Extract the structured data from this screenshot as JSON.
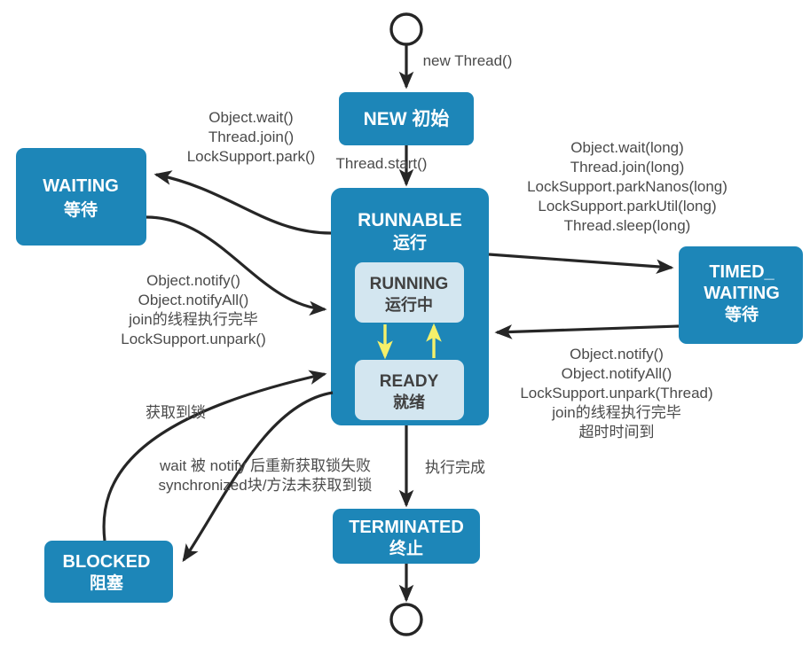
{
  "diagram": {
    "title": "Java Thread State Transition Diagram",
    "colors": {
      "state_fill": "#1d86b8",
      "inner_fill": "#d3e6f0",
      "arrow": "#262626",
      "inner_arrow": "#f5f06a",
      "label_text": "#4a4a4a",
      "state_text": "#ffffff",
      "inner_text": "#404040",
      "background": "#ffffff"
    },
    "states": [
      {
        "id": "new",
        "name": "NEW 初始",
        "line1": "NEW 初始",
        "line2": ""
      },
      {
        "id": "waiting",
        "name": "WAITING 等待",
        "line1": "WAITING",
        "line2": "等待"
      },
      {
        "id": "runnable",
        "name": "RUNNABLE 运行",
        "line1": "RUNNABLE",
        "line2": "运行"
      },
      {
        "id": "timed_waiting",
        "name": "TIMED_WAITING 等待",
        "line1": "TIMED_",
        "line2": "WAITING",
        "line3": "等待"
      },
      {
        "id": "blocked",
        "name": "BLOCKED 阻塞",
        "line1": "BLOCKED",
        "line2": "阻塞"
      },
      {
        "id": "terminated",
        "name": "TERMINATED 终止",
        "line1": "TERMINATED",
        "line2": "终止"
      }
    ],
    "substates": [
      {
        "id": "running",
        "line1": "RUNNING",
        "line2": "运行中"
      },
      {
        "id": "ready",
        "line1": "READY",
        "line2": "就绪"
      }
    ],
    "edge_labels": {
      "start_to_new": "new Thread()",
      "new_to_runnable": "Thread.start()",
      "runnable_to_waiting": [
        "Object.wait()",
        "Thread.join()",
        "LockSupport.park()"
      ],
      "waiting_to_runnable": [
        "Object.notify()",
        "Object.notifyAll()",
        "join的线程执行完毕",
        "LockSupport.unpark()"
      ],
      "runnable_to_timed_waiting": [
        "Object.wait(long)",
        "Thread.join(long)",
        "LockSupport.parkNanos(long)",
        "LockSupport.parkUtil(long)",
        "Thread.sleep(long)"
      ],
      "timed_waiting_to_runnable": [
        "Object.notify()",
        "Object.notifyAll()",
        "LockSupport.unpark(Thread)",
        "join的线程执行完毕",
        "超时时间到"
      ],
      "blocked_to_runnable": "获取到锁",
      "runnable_to_blocked": [
        "wait 被 notify 后重新获取锁失败",
        "synchronized块/方法未获取到锁"
      ],
      "runnable_to_terminated": "执行完成"
    }
  }
}
